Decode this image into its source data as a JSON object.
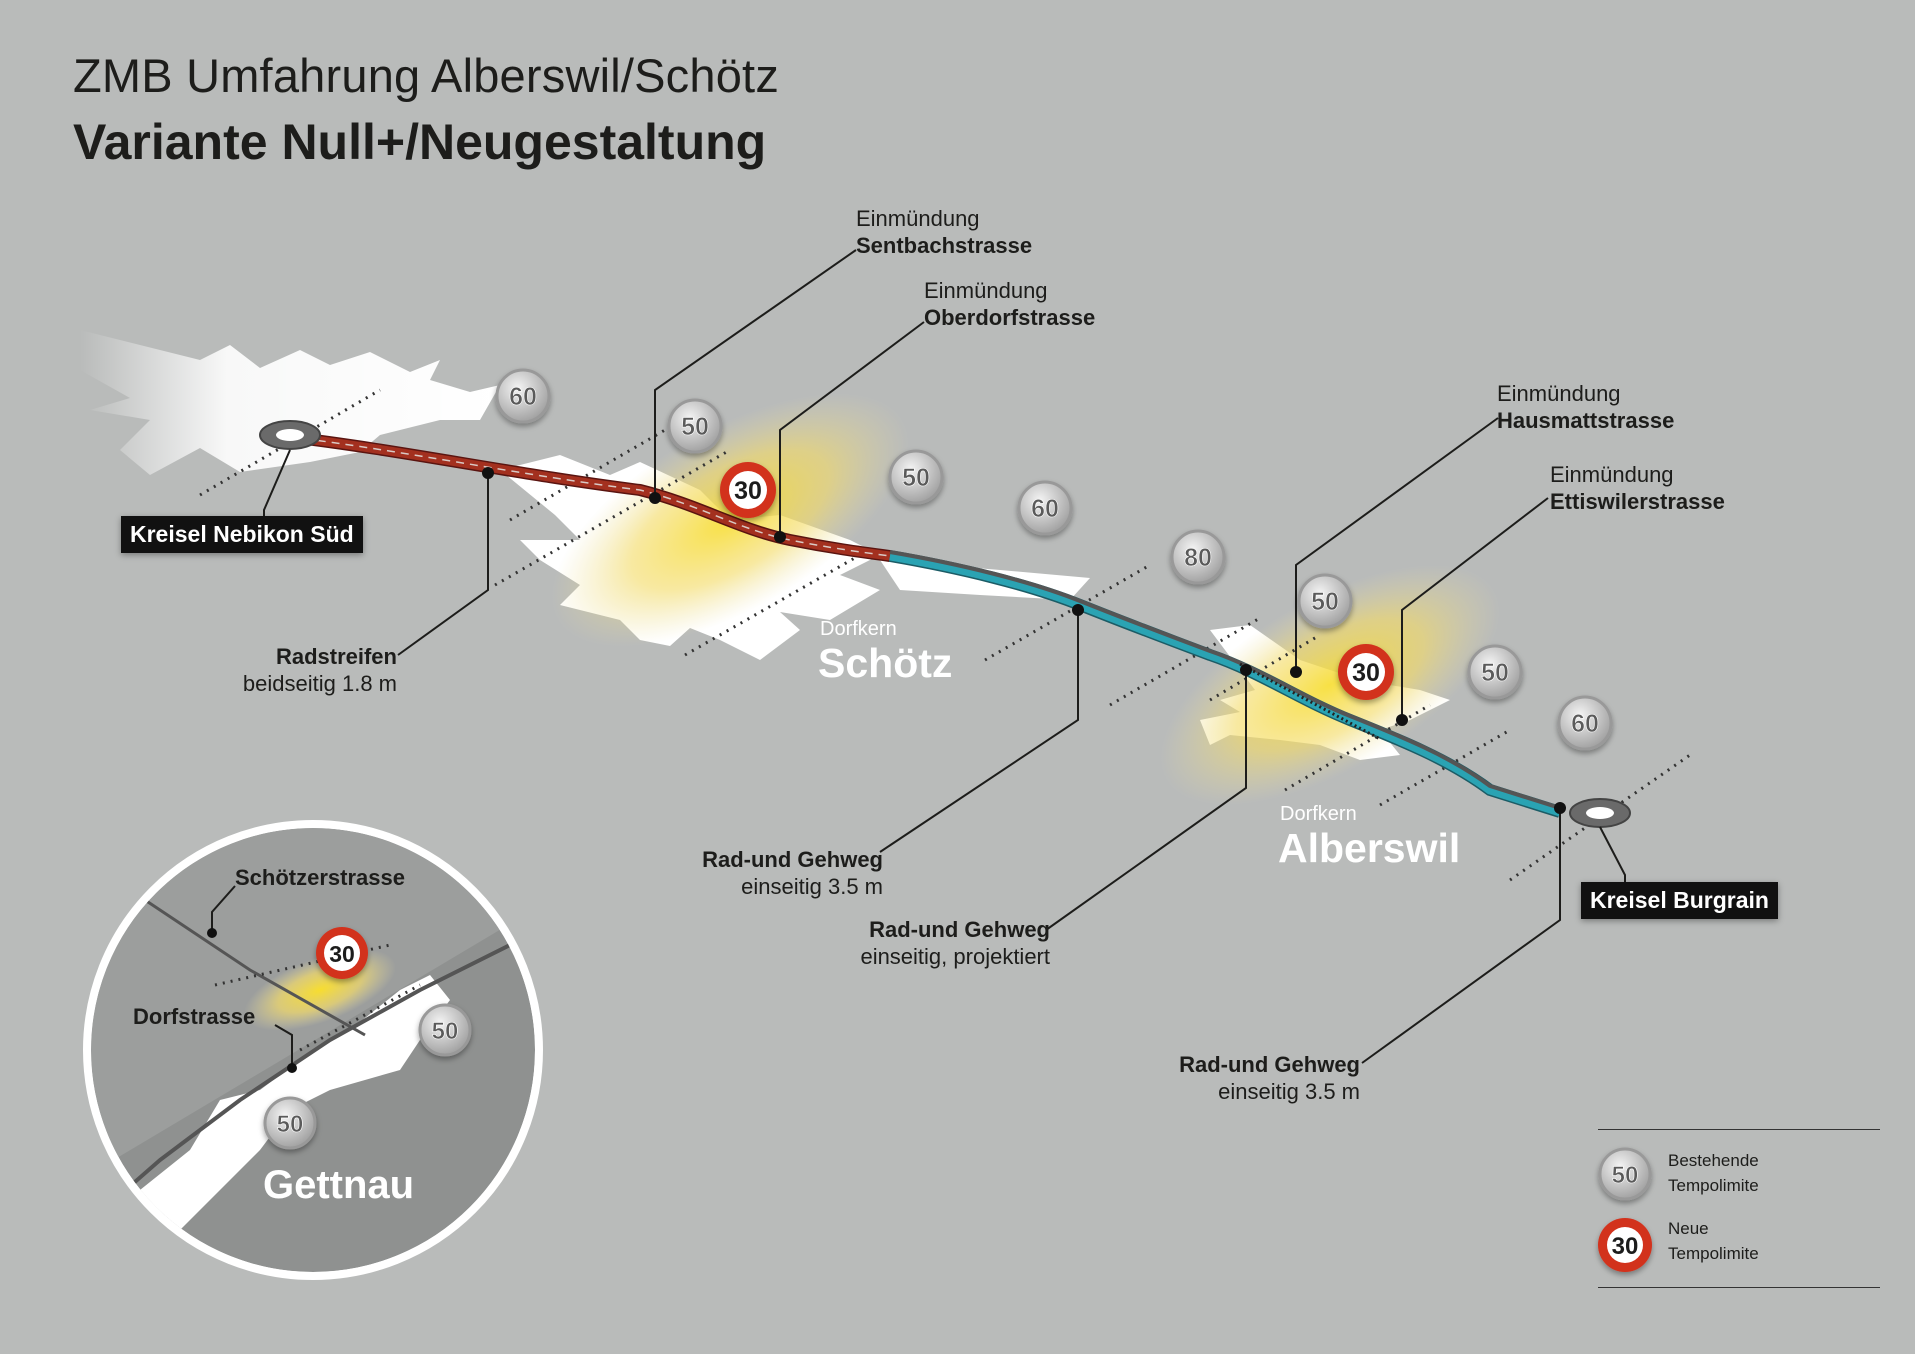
{
  "title": {
    "line1": "ZMB Umfahrung Alberswil/Schötz",
    "line2": "Variante Null+/Neugestaltung"
  },
  "junctions": [
    {
      "prefix": "Einmündung",
      "name": "Sentbachstrasse"
    },
    {
      "prefix": "Einmündung",
      "name": "Oberdorfstrasse"
    },
    {
      "prefix": "Einmündung",
      "name": "Hausmattstrasse"
    },
    {
      "prefix": "Einmündung",
      "name": "Ettiswilerstrasse"
    }
  ],
  "roundabouts": {
    "west": "Kreisel Nebikon Süd",
    "east": "Kreisel Burgrain"
  },
  "paths": [
    {
      "name": "Radstreifen",
      "detail": "beidseitig 1.8 m"
    },
    {
      "name": "Rad-und Gehweg",
      "detail": "einseitig 3.5 m"
    },
    {
      "name": "Rad-und Gehweg",
      "detail": "einseitig, projektiert"
    },
    {
      "name": "Rad-und Gehweg",
      "detail": "einseitig 3.5 m"
    }
  ],
  "villages": [
    {
      "small": "Dorfkern",
      "name": "Schötz"
    },
    {
      "small": "Dorfkern",
      "name": "Alberswil"
    }
  ],
  "speed_signs": {
    "existing": [
      "60",
      "50",
      "50",
      "60",
      "80",
      "50",
      "50",
      "60"
    ],
    "new": [
      "30",
      "30"
    ]
  },
  "inset": {
    "streets": [
      "Schötzerstrasse",
      "Dorfstrasse"
    ],
    "village": "Gettnau",
    "signs": {
      "new": "30",
      "existing": [
        "50",
        "50"
      ]
    }
  },
  "legend": [
    {
      "value": "50",
      "line1": "Bestehende",
      "line2": "Tempolimite"
    },
    {
      "value": "30",
      "line1": "Neue",
      "line2": "Tempolimite"
    }
  ],
  "colors": {
    "background": "#b9bbba",
    "radstreifen": "#9b2a1c",
    "radweg": "#2aa3b3",
    "highlight": "#f4d23a"
  }
}
